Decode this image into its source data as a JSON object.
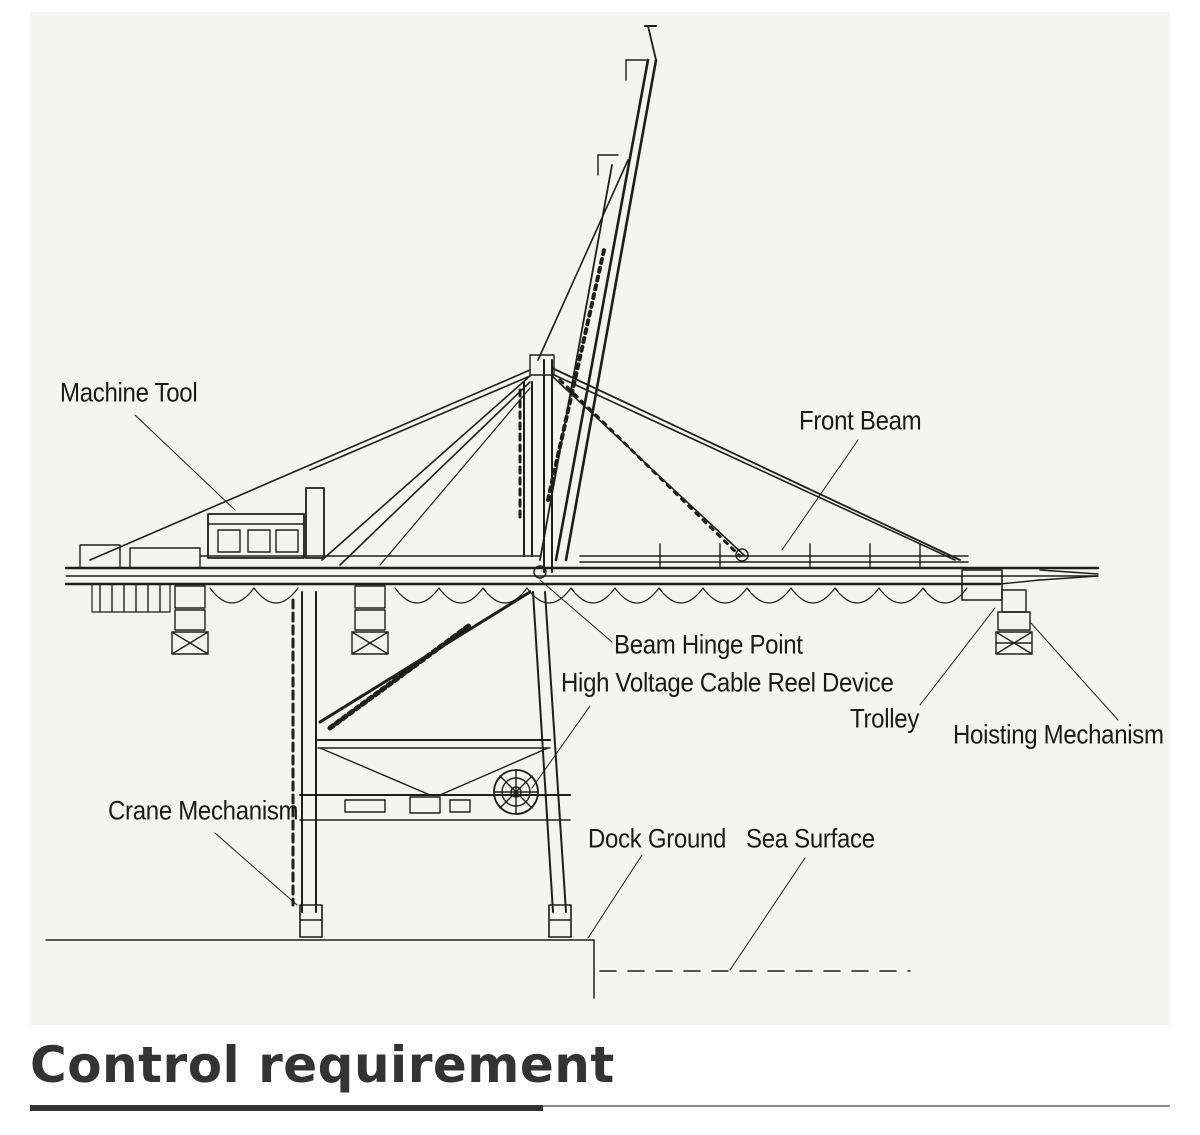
{
  "diagram": {
    "labels": {
      "machine_tool": "Machine Tool",
      "front_beam": "Front Beam",
      "beam_hinge_point": "Beam Hinge Point",
      "cable_reel": "High Voltage Cable Reel Device",
      "trolley": "Trolley",
      "hoisting_mechanism": "Hoisting Mechanism",
      "crane_mechanism": "Crane Mechanism",
      "dock_ground": "Dock Ground",
      "sea_surface": "Sea Surface"
    }
  },
  "section": {
    "title": "Control requirement"
  },
  "colors": {
    "line": "#1e1e1e",
    "panel_background": "#f4f4f2",
    "title": "#333333",
    "accent_rule": "#333333"
  }
}
